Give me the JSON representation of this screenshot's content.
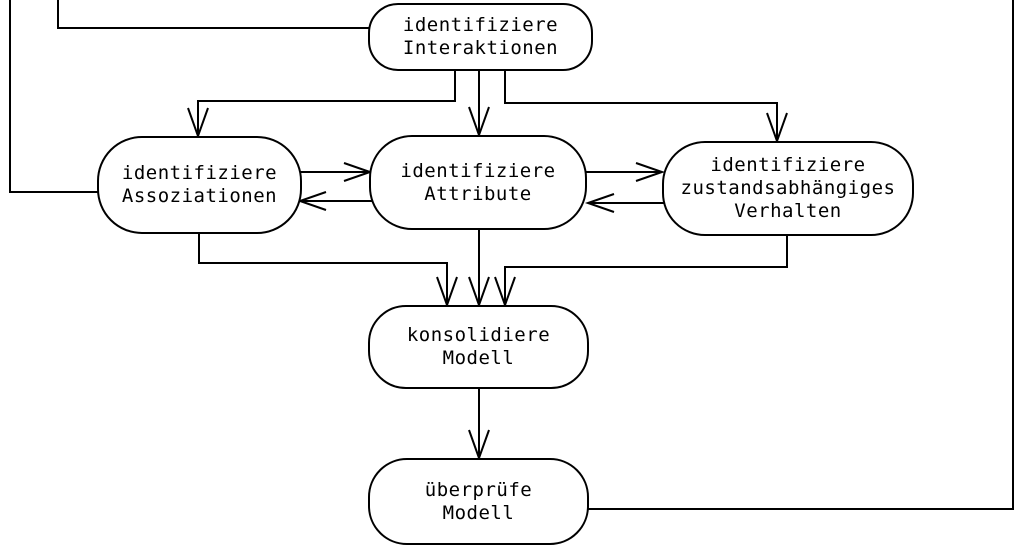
{
  "diagram": {
    "background_color": "#ffffff",
    "stroke_color": "#000000",
    "nodes": {
      "interaktionen": {
        "label": "identifiziere\nInteraktionen"
      },
      "assoziationen": {
        "label": "identifiziere\nAssoziationen"
      },
      "attribute": {
        "label": "identifiziere\nAttribute"
      },
      "verhalten": {
        "label": "identifiziere\nzustandsabhängiges\nVerhalten"
      },
      "konsolidiere": {
        "label": "konsolidiere\nModell"
      },
      "ueberpruefe": {
        "label": "überprüfe\nModell"
      }
    },
    "edges": [
      {
        "from": "offscreen-top",
        "to": "interaktionen",
        "arrowhead": false
      },
      {
        "from": "offscreen-top",
        "to": "assoziationen",
        "arrowhead": false
      },
      {
        "from": "interaktionen",
        "to": "assoziationen",
        "arrowhead": true
      },
      {
        "from": "interaktionen",
        "to": "attribute",
        "arrowhead": true
      },
      {
        "from": "interaktionen",
        "to": "verhalten",
        "arrowhead": true
      },
      {
        "from": "assoziationen",
        "to": "attribute",
        "arrowhead": true
      },
      {
        "from": "attribute",
        "to": "assoziationen",
        "arrowhead": true
      },
      {
        "from": "attribute",
        "to": "verhalten",
        "arrowhead": true
      },
      {
        "from": "verhalten",
        "to": "attribute",
        "arrowhead": true
      },
      {
        "from": "assoziationen",
        "to": "konsolidiere",
        "arrowhead": true
      },
      {
        "from": "attribute",
        "to": "konsolidiere",
        "arrowhead": true
      },
      {
        "from": "verhalten",
        "to": "konsolidiere",
        "arrowhead": true
      },
      {
        "from": "konsolidiere",
        "to": "ueberpruefe",
        "arrowhead": true
      },
      {
        "from": "ueberpruefe",
        "to": "offscreen-top",
        "arrowhead": false
      }
    ]
  }
}
